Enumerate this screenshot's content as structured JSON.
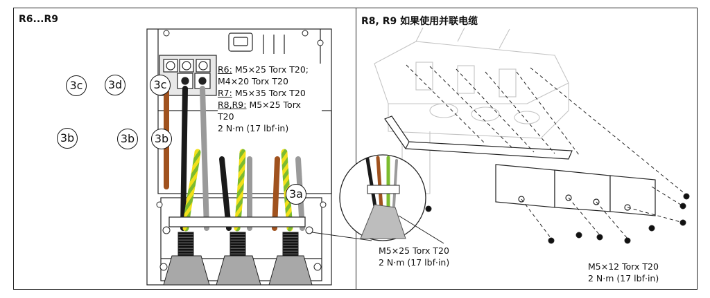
{
  "left_panel": {
    "title": "R6...R9",
    "callouts": [
      "3c",
      "3d",
      "3c",
      "3b",
      "3b",
      "3b",
      "3a"
    ],
    "spec_lines": [
      {
        "tag": "R6:",
        "text": " M5×25 Torx T20;"
      },
      {
        "tag": "",
        "text": "M4×20 Torx T20"
      },
      {
        "tag": "R7:",
        "text": " M5×35 Torx T20"
      },
      {
        "tag": "R8,R9:",
        "text": " M5×25 Torx"
      },
      {
        "tag": "",
        "text": "T20"
      },
      {
        "tag": "",
        "text": "2 N·m (17 lbf·in)"
      }
    ]
  },
  "right_panel": {
    "title": "R8, R9  如果使用并联电缆",
    "spec_a": {
      "line1": "M5×25 Torx T20",
      "line2": "2 N·m (17 lbf·in)"
    },
    "spec_b": {
      "line1": "M5×12 Torx T20",
      "line2": "2 N·m (17 lbf·in)"
    }
  },
  "colors": {
    "brown": "#a0521e",
    "black": "#1a1a1a",
    "grey": "#9a9a9a",
    "ground_green": "#7cbb2e",
    "ground_yellow": "#f2e01a",
    "line": "#222222",
    "light_line": "#bdbdbd"
  }
}
